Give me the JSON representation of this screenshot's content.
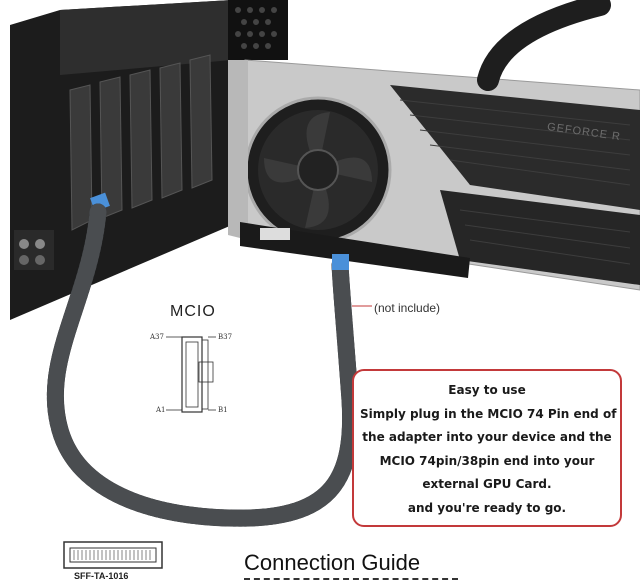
{
  "product": {
    "gpu_brand": "GEFORCE R"
  },
  "labels": {
    "mcio_title": "MCIO",
    "not_include": "(not include)",
    "sff_part": "SFF-TA-1016",
    "guide_title": "Connection Guide"
  },
  "pinout": {
    "a37": "A37",
    "b37": "B37",
    "a1": "A1",
    "b1": "B1"
  },
  "info_box": {
    "lines": [
      "Easy to use",
      "Simply plug in the MCIO 74 Pin end of",
      "the adapter into your device and the",
      "MCIO 74pin/38pin end into your",
      "external GPU Card.",
      "and you're ready to go."
    ]
  },
  "colors": {
    "accent_border": "#c3393a",
    "connector_tab": "#4a90d9",
    "cable": "#2a2d30",
    "gpu_silver": "#c9c9c9"
  }
}
